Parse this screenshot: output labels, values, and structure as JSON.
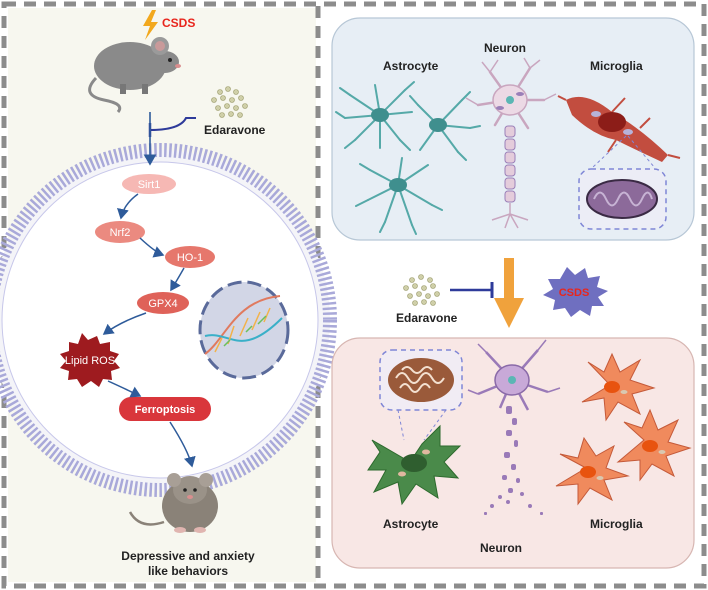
{
  "left_panel": {
    "stressor_label": "CSDS",
    "drug_label": "Edaravone",
    "pathway": [
      "Sirt1",
      "Nrf2",
      "HO-1",
      "GPX4",
      "Lipid ROS",
      "Ferroptosis"
    ],
    "outcome_line1": "Depressive and anxiety",
    "outcome_line2": "like behaviors"
  },
  "right_top": {
    "astrocyte_label": "Astrocyte",
    "neuron_label": "Neuron",
    "microglia_label": "Microglia"
  },
  "middle": {
    "drug_label": "Edaravone",
    "stressor_label": "CSDS"
  },
  "right_bottom": {
    "astrocyte_label": "Astrocyte",
    "neuron_label": "Neuron",
    "microglia_label": "Microglia"
  },
  "colors": {
    "frame_dash": "#8c8c8c",
    "left_bg": "#f7f7ef",
    "top_box": "#e7eef5",
    "bottom_box": "#f8e7e5",
    "membrane": "#a9a9d9",
    "arrow_blue": "#2e5b9a",
    "arrow_orange": "#f0a23c",
    "csds_red": "#e8261d",
    "csds_star": "#6f6fc0",
    "ferroptosis": "#d9363b",
    "astrocyte_healthy": "#55a9a8",
    "astrocyte_reactive": "#4a8a4a",
    "neuron": "#d9bcd0",
    "microglia_rest": "#c24d3f",
    "microglia_active": "#f08a5d",
    "mito_dashed": "#7f86d6"
  }
}
